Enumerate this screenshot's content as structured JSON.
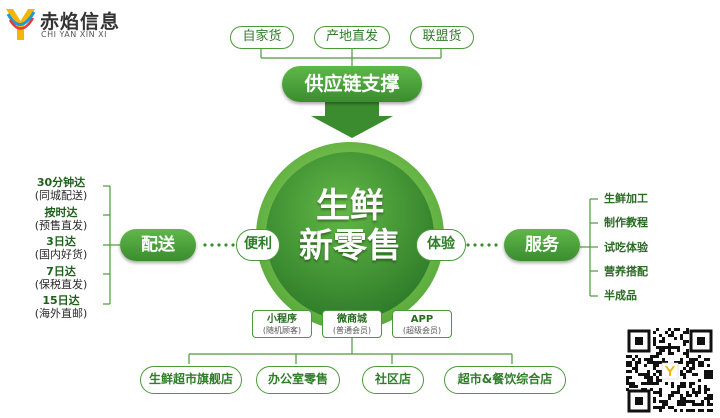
{
  "logo": {
    "title": "赤焰信息",
    "subtitle": "CHI YAN XIN XI",
    "colors": [
      "#f2b705",
      "#1f9ad6",
      "#e23a3a"
    ]
  },
  "center": {
    "line1": "生鲜",
    "line2": "新零售"
  },
  "supply": {
    "label": "供应链支撑",
    "sources": [
      "自家货",
      "产地直发",
      "联盟货"
    ]
  },
  "left": {
    "label": "配送",
    "connector": "便利",
    "items": [
      {
        "title": "30分钟达",
        "sub": "(同城配送)"
      },
      {
        "title": "按时达",
        "sub": "(预售直发)"
      },
      {
        "title": "3日达",
        "sub": "(国内好货)"
      },
      {
        "title": "7日达",
        "sub": "(保税直发)"
      },
      {
        "title": "15日达",
        "sub": "(海外直邮)"
      }
    ]
  },
  "right": {
    "label": "服务",
    "connector": "体验",
    "items": [
      "生鲜加工",
      "制作教程",
      "试吃体验",
      "营养搭配",
      "半成品"
    ]
  },
  "channels": [
    {
      "title": "小程序",
      "sub": "(随机顾客)"
    },
    {
      "title": "微商城",
      "sub": "(普通会员)"
    },
    {
      "title": "APP",
      "sub": "(超级会员)"
    }
  ],
  "stores": [
    "生鲜超市旗舰店",
    "办公室零售",
    "社区店",
    "超市&餐饮综合店"
  ],
  "colors": {
    "primary": "#4b9a3a",
    "dark": "#2f7d2a",
    "light": "#7cc653"
  },
  "qr": {
    "icon": "qr-code-icon"
  }
}
